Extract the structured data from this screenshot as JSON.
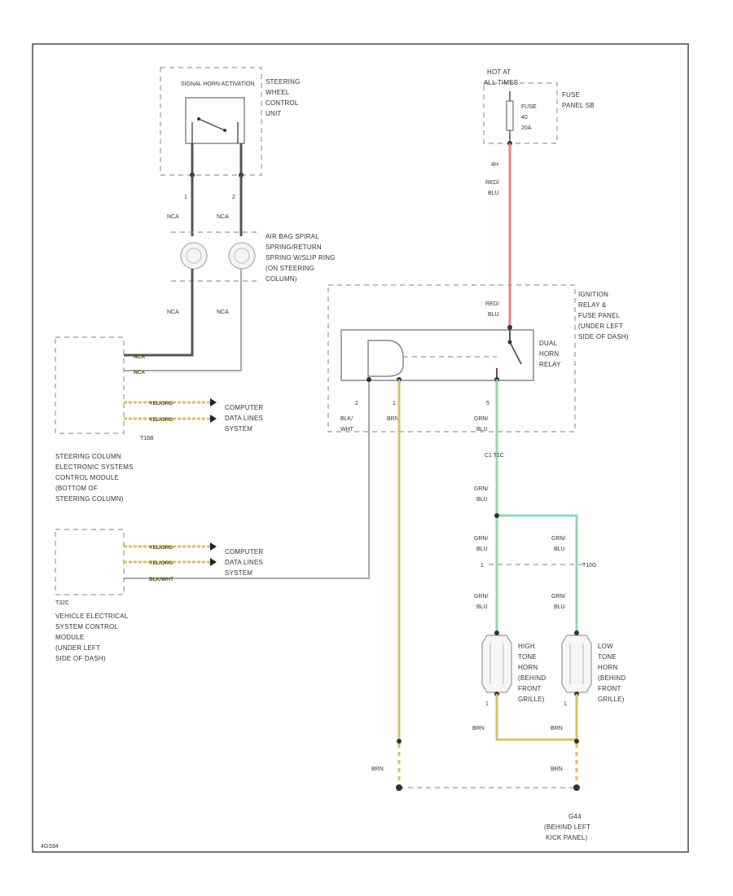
{
  "diagram": {
    "steering_unit": {
      "title": "SIGNAL HORN ACTIVATION",
      "location": [
        "STEERING",
        "WHEEL",
        "CONTROL",
        "UNIT"
      ]
    },
    "spiral": {
      "label": [
        "AIR BAG SPIRAL",
        "SPRING/RETURN",
        "SPRING W/SLIP RING",
        "(ON STEERING",
        "COLUMN)"
      ]
    },
    "pins": {
      "p1": "1",
      "p2": "2",
      "p3": "2",
      "p4": "1",
      "p5": "5",
      "p6": "1",
      "p7": "1"
    },
    "wire_colors": {
      "nca": "NCA",
      "red_blu": [
        "RED/",
        "BLU"
      ],
      "blk_wht": [
        "BLK/",
        "WHT"
      ],
      "brn": "BRN",
      "grn_blu": [
        "GRN/",
        "BLU"
      ]
    },
    "fuse": {
      "hot": [
        "HOT AT",
        "ALL TIMES"
      ],
      "fuse": [
        "FUSE",
        "40",
        "20A"
      ],
      "panel": [
        "FUSE",
        "PANEL SB"
      ],
      "circuit": "4H"
    },
    "relay": {
      "location": [
        "IGNITION",
        "RELAY &",
        "FUSE PANEL",
        "(UNDER LEFT",
        "SIDE OF DASH)"
      ],
      "name": [
        "DUAL",
        "HORN",
        "RELAY"
      ]
    },
    "connectors": {
      "c1": "C1 T1C",
      "c2": "T10G",
      "c3": "T10G"
    },
    "scm": {
      "conn": "T16B",
      "name": [
        "STEERING COLUMN",
        "ELECTRONIC SYSTEMS",
        "CONTROL MODULE",
        "(BOTTOM OF",
        "STEERING COLUMN)"
      ],
      "pin_a": "YEL/ORG",
      "pin_b": "YEL/ORG"
    },
    "vecm": {
      "conn": "T32C",
      "name": [
        "VEHICLE ELECTRICAL",
        "SYSTEM CONTROL",
        "MODULE",
        "(UNDER LEFT",
        "SIDE OF DASH)"
      ],
      "pin_a": "YEL/ORG",
      "pin_b": "YEL/ORG",
      "pin_c": "BLK/WHT"
    },
    "data_lines": [
      "COMPUTER",
      "DATA LINES",
      "SYSTEM"
    ],
    "high_horn": [
      "HIGH",
      "TONE",
      "HORN",
      "(BEHIND",
      "FRONT",
      "GRILLE)"
    ],
    "low_horn": [
      "LOW",
      "TONE",
      "HORN",
      "(BEHIND",
      "FRONT",
      "GRILLE)"
    ],
    "ground": {
      "id": "G44",
      "loc": [
        "(BEHIND LEFT",
        "KICK PANEL)"
      ]
    },
    "footer": "4GS94"
  }
}
